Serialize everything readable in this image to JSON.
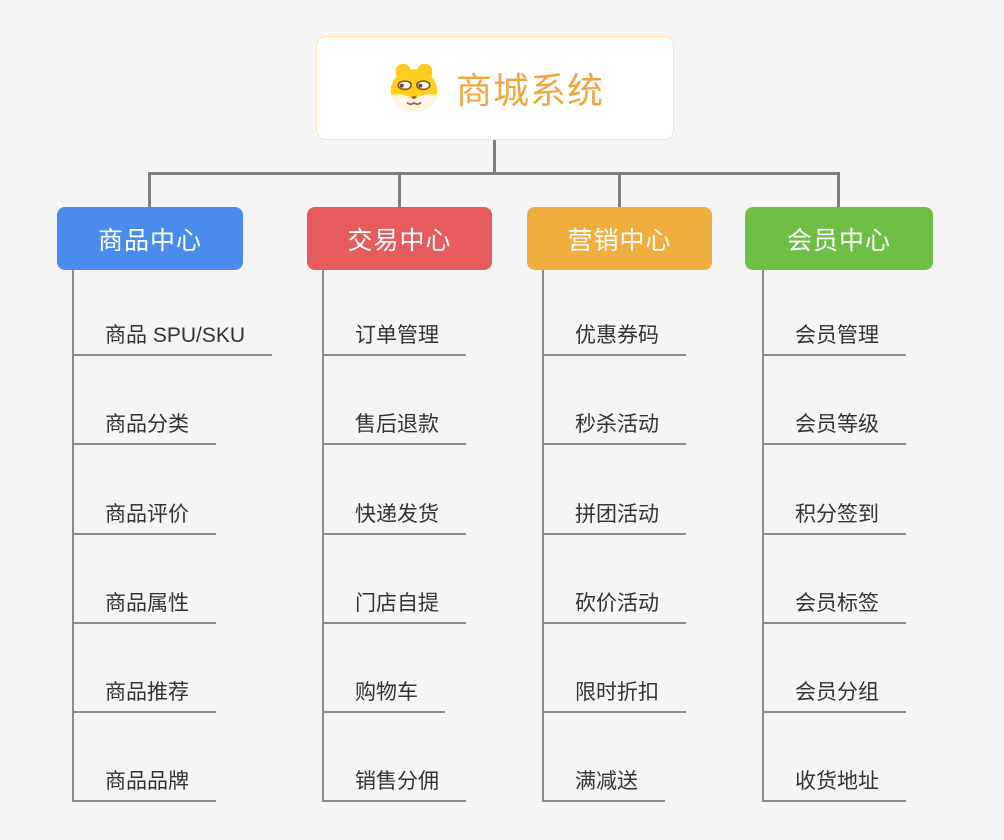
{
  "root": {
    "label": "商城系统",
    "icon": "dog-icon",
    "text_color": "#F0A63C",
    "border_color": "#F5C57D"
  },
  "branches": [
    {
      "id": "product-center",
      "label": "商品中心",
      "color": "#4A8CEC",
      "items": [
        "商品 SPU/SKU",
        "商品分类",
        "商品评价",
        "商品属性",
        "商品推荐",
        "商品品牌"
      ]
    },
    {
      "id": "trade-center",
      "label": "交易中心",
      "color": "#E65C5C",
      "items": [
        "订单管理",
        "售后退款",
        "快递发货",
        "门店自提",
        "购物车",
        "销售分佣"
      ]
    },
    {
      "id": "marketing-center",
      "label": "营销中心",
      "color": "#EFAE3E",
      "items": [
        "优惠券码",
        "秒杀活动",
        "拼团活动",
        "砍价活动",
        "限时折扣",
        "满减送"
      ]
    },
    {
      "id": "member-center",
      "label": "会员中心",
      "color": "#6FBF44",
      "items": [
        "会员管理",
        "会员等级",
        "积分签到",
        "会员标签",
        "会员分组",
        "收货地址"
      ]
    }
  ],
  "colors": {
    "background": "#F5F5F5",
    "node_bg": "#FFFFFF",
    "connector": "#7E7E7E",
    "underline": "#8C8C8C",
    "item_text": "#333333"
  }
}
